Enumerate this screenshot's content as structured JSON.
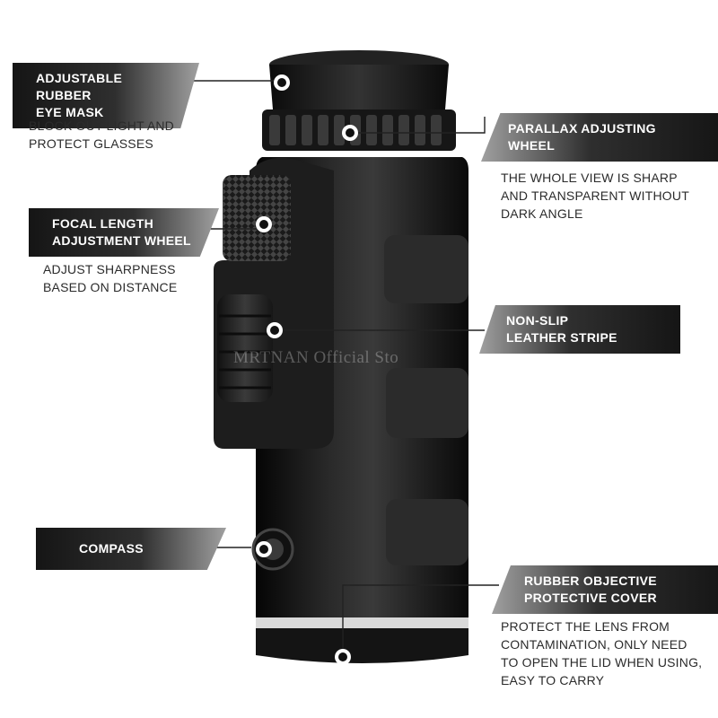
{
  "callouts": {
    "eye_mask": {
      "title_line1": "ADJUSTABLE RUBBER",
      "title_line2": "EYE MASK",
      "desc_line1": "BLOCK OUT LIGHT AND",
      "desc_line2": "PROTECT GLASSES"
    },
    "parallax": {
      "title_line1": "PARALLAX ADJUSTING",
      "title_line2": "WHEEL",
      "desc_line1": "THE WHOLE VIEW IS SHARP",
      "desc_line2": "AND TRANSPARENT WITHOUT",
      "desc_line3": "DARK ANGLE"
    },
    "focal": {
      "title_line1": "FOCAL LENGTH",
      "title_line2": "ADJUSTMENT WHEEL",
      "desc_line1": "ADJUST SHARPNESS",
      "desc_line2": "BASED ON DISTANCE"
    },
    "stripe": {
      "title_line1": "NON-SLIP",
      "title_line2": "LEATHER STRIPE"
    },
    "compass": {
      "title_line1": "COMPASS"
    },
    "cover": {
      "title_line1": "RUBBER OBJECTIVE",
      "title_line2": "PROTECTIVE COVER",
      "desc_line1": "PROTECT THE LENS FROM",
      "desc_line2": "CONTAMINATION, ONLY NEED",
      "desc_line3": "TO OPEN THE LID WHEN USING,",
      "desc_line4": "EASY TO CARRY"
    }
  },
  "watermark": "MRTNAN Official Sto",
  "colors": {
    "body": "#1a1a1a",
    "tag_dark": "#151515",
    "text": "#2b2b2b"
  }
}
